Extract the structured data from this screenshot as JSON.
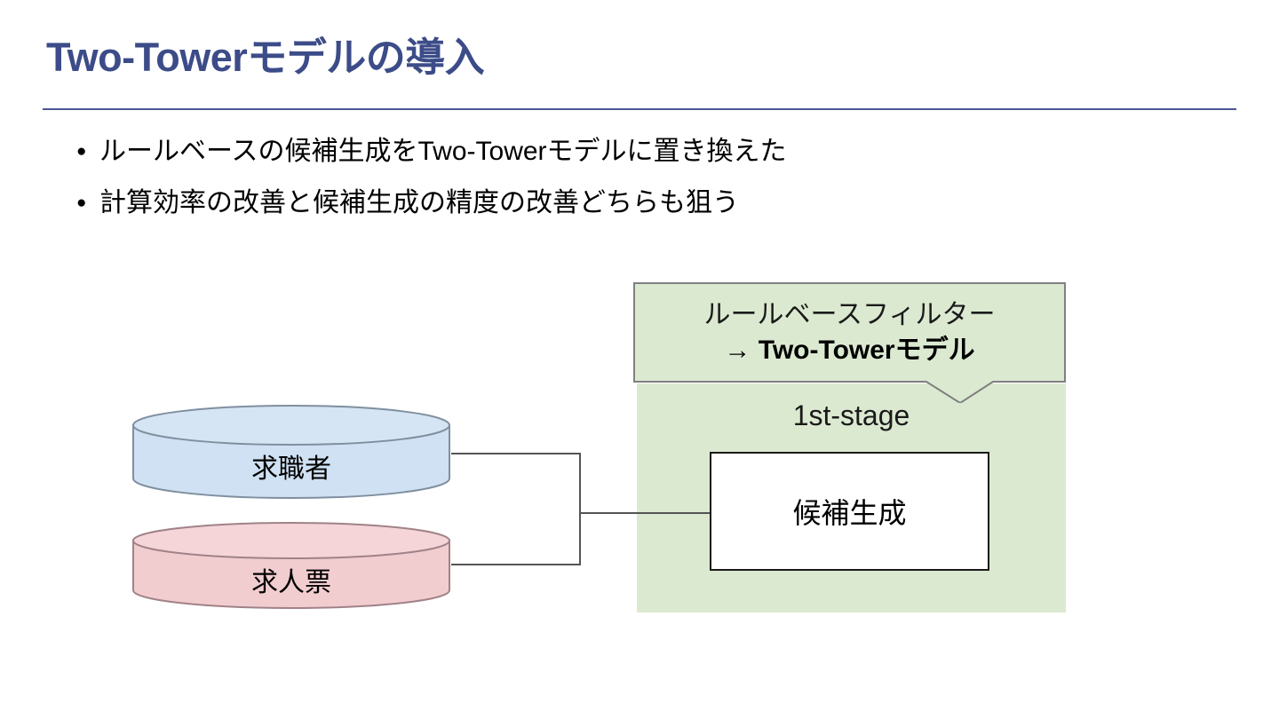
{
  "slide": {
    "title": "Two-Towerモデルの導入",
    "title_color": "#3c4c88",
    "divider_color": "#4a5796",
    "background": "#ffffff"
  },
  "bullets": [
    {
      "marker": "●",
      "text": "ルールベースの候補生成をTwo-Towerモデルに置き換えた"
    },
    {
      "marker": "●",
      "text": "計算効率の改善と候補生成の精度の改善どちらも狙う"
    }
  ],
  "diagram": {
    "callout": {
      "line1": "ルールベースフィルター",
      "line2": "→ Two-Towerモデル",
      "fill": "#dce9d1",
      "border": "#808080"
    },
    "stage": {
      "label": "1st-stage",
      "fill": "#dce9d1"
    },
    "process_box": {
      "label": "候補生成",
      "fill": "#ffffff",
      "border": "#1a1a1a"
    },
    "datastores": [
      {
        "label": "求職者",
        "fill": "#cfe1f2",
        "border": "#7f8fa0"
      },
      {
        "label": "求人票",
        "fill": "#f2cdd0",
        "border": "#a08288"
      }
    ],
    "connector_color": "#555555"
  }
}
